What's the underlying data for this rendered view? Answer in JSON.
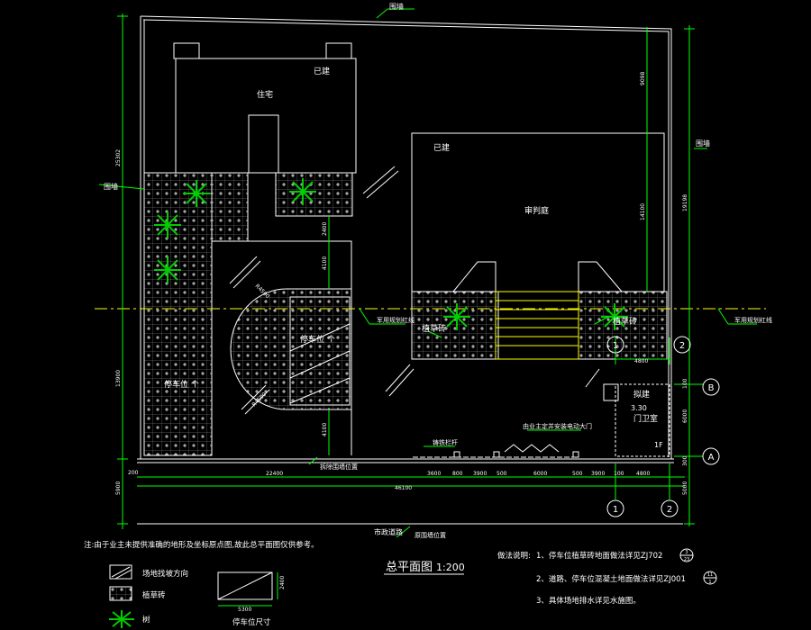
{
  "colors": {
    "background": "#000000",
    "wall": "#ffffff",
    "dimension": "#00ff00",
    "axis": "#ffff00",
    "paving": "#ffffff",
    "plant": "#00cc00",
    "text": "#ffffff"
  },
  "labels": {
    "boundary_wall_top": "围墙",
    "boundary_wall_left": "围墙",
    "boundary_wall_right": "围墙",
    "residence": "住宅",
    "built_left": "已建",
    "built_right": "已建",
    "courtroom": "审判庭",
    "parking_lot_a": "停车位 个",
    "parking_lot_b": "停车位 个",
    "grass_brick_a": "植草砖",
    "grass_brick_b": "植草砖",
    "planned_axis_left": "军用规划红线",
    "planned_axis_right": "军用规划红线",
    "building_proposed": "拟建",
    "gate_room": "门卫室",
    "gate_area": "3.30",
    "floor_1f": "1F",
    "gate_label": "由业主定并安装电动大门",
    "road_building_line": "拆除围墙位置",
    "municipal_road": "市政道路",
    "boundary_position": "原围墙位置",
    "fence": "铸铁栏杆",
    "radius_a": "R4500",
    "radius_b": "R4500",
    "axis_1_top": "1",
    "axis_2_top": "2",
    "axis_1_bottom": "1",
    "axis_2_bottom": "2",
    "axis_a": "A",
    "axis_b": "B"
  },
  "dimensions": {
    "d9098": "9098",
    "d19198": "19198",
    "d25302": "25302",
    "d13900": "13900",
    "d14100": "14100",
    "d2400": "2400",
    "d4100a": "4100",
    "d4100b": "4100",
    "d6000": "6000",
    "d4800": "4800",
    "d100": "100",
    "d200": "200",
    "d5900": "5900",
    "d5000": "5000",
    "d300": "300",
    "b22400": "22400",
    "b3600": "3600",
    "b800": "800",
    "b3900a": "3900",
    "b500a": "500",
    "b6000": "6000",
    "b500b": "500",
    "b3900b": "3900",
    "b100": "100",
    "b4800": "4800",
    "b46100": "46100",
    "p2400": "2400",
    "p5300": "5300"
  },
  "title": {
    "main": "总平面图",
    "scale": "1:200"
  },
  "note": "注:由于业主未提供准确的地形及坐标原点图,故此总平面图仅供参考。",
  "legend": {
    "slope": "场地找坡方向",
    "grass_brick": "植草砖",
    "tree": "树",
    "parking_size": "停车位尺寸"
  },
  "notes_block": {
    "heading": "做法说明:",
    "line1": "1、停车位植草砖地面做法详见ZJ702",
    "line2": "2、道路、停车位混凝土地面做法详见ZJ001",
    "line3": "3、具体场地排水详见水施图。",
    "ref1_top": "3",
    "ref1_bottom": "23",
    "ref2_top": "11",
    "ref2_bottom": "1"
  }
}
